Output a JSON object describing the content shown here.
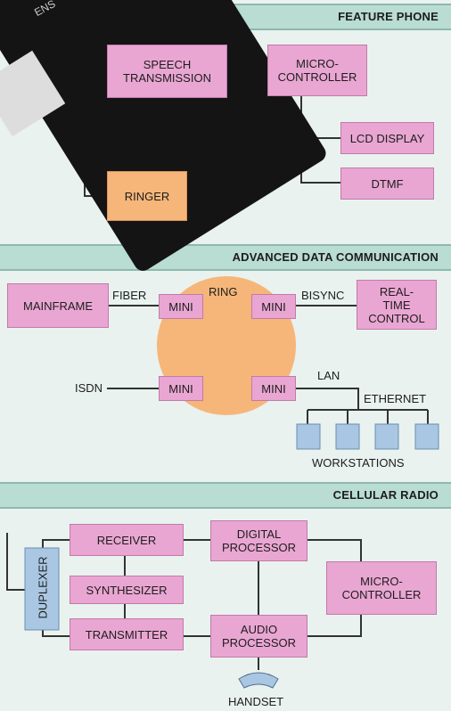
{
  "phone_text": "ENS",
  "sections": {
    "feature_phone": {
      "title": "FEATURE PHONE",
      "speech": "SPEECH\nTRANSMISSION",
      "micro": "MICRO-\nCONTROLLER",
      "lcd": "LCD DISPLAY",
      "dtmf": "DTMF",
      "ringer": "RINGER"
    },
    "advanced": {
      "title": "ADVANCED DATA COMMUNICATION",
      "mainframe": "MAINFRAME",
      "fiber": "FIBER",
      "ring": "RING",
      "mini": "MINI",
      "bisync": "BISYNC",
      "realtime": "REAL-\nTIME\nCONTROL",
      "isdn": "ISDN",
      "lan": "LAN",
      "ethernet": "ETHERNET",
      "workstations": "WORKSTATIONS"
    },
    "cellular": {
      "title": "CELLULAR RADIO",
      "receiver": "RECEIVER",
      "synthesizer": "SYNTHESIZER",
      "transmitter": "TRANSMITTER",
      "duplexer": "DUPLEXER",
      "digital": "DIGITAL\nPROCESSOR",
      "audio": "AUDIO\nPROCESSOR",
      "micro": "MICRO-\nCONTROLLER",
      "handset": "HANDSET"
    }
  },
  "colors": {
    "box": "#e9a6d2",
    "orange": "#f6b679",
    "header": "#b9dcd3",
    "ring": "#f6b679",
    "workstation": "#a9c7e3"
  }
}
